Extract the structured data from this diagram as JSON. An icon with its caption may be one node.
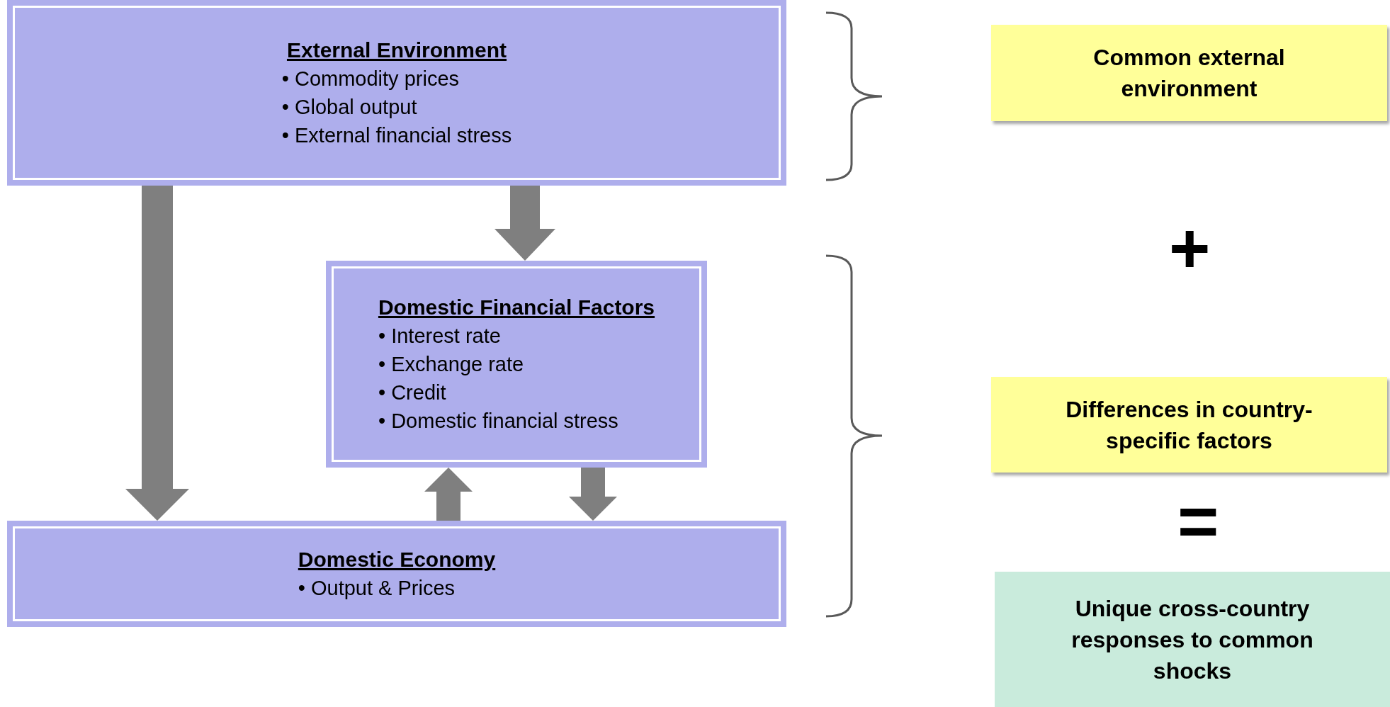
{
  "diagram": {
    "nodes": [
      {
        "text": [
          "External Environment",
          "• Commodity prices",
          "• Global output",
          "• External financial stress"
        ]
      },
      {
        "text": [
          "Domestic Financial Factors",
          "• Interest rate",
          "• Exchange rate",
          "• Credit",
          "• Domestic financial stress"
        ]
      },
      {
        "text": [
          "Domestic Economy",
          "• Output & Prices"
        ]
      },
      {
        "text": [
          "Common external environment"
        ]
      },
      {
        "text": [
          "Differences in country-specific factors"
        ]
      },
      {
        "text": [
          "Unique cross-country responses to common shocks"
        ]
      }
    ],
    "edges": [
      {
        "from": 0,
        "to": 2,
        "arrow": "to"
      },
      {
        "from": 0,
        "to": 1,
        "arrow": "to"
      },
      {
        "from": 2,
        "to": 1,
        "arrow": "to"
      },
      {
        "from": 1,
        "to": 2,
        "arrow": "to"
      }
    ],
    "labels": [
      "+",
      "="
    ]
  }
}
